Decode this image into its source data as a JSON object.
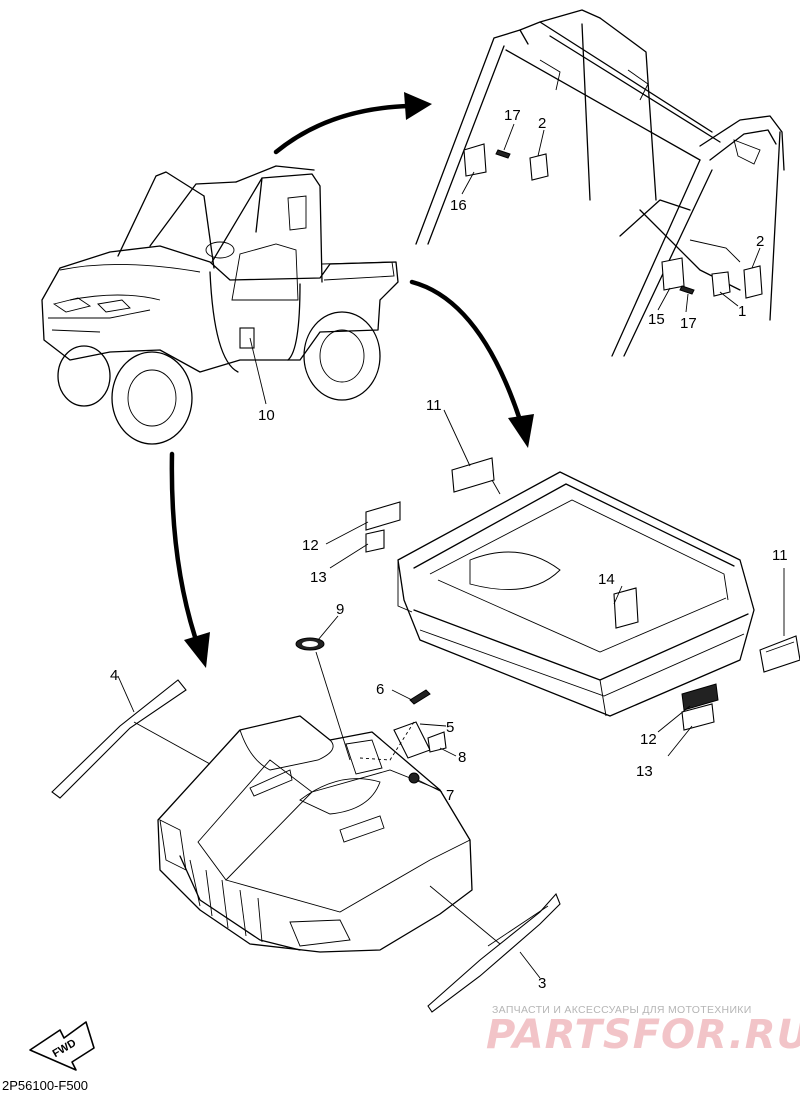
{
  "diagram": {
    "part_code": "2P56100-F500",
    "callouts": {
      "c1": "1",
      "c2a": "2",
      "c2b": "2",
      "c3": "3",
      "c4": "4",
      "c5": "5",
      "c6": "6",
      "c7": "7",
      "c8": "8",
      "c9": "9",
      "c10": "10",
      "c11a": "11",
      "c11b": "11",
      "c12a": "12",
      "c12b": "12",
      "c13a": "13",
      "c13b": "13",
      "c14": "14",
      "c15": "15",
      "c16": "16",
      "c17a": "17",
      "c17b": "17"
    },
    "fwd_label": "FWD",
    "watermark": {
      "tagline": "ЗАПЧАСТИ И АКСЕССУАРЫ ДЛЯ МОТОТЕХНИКИ",
      "brand": "PARTSFOR.RU"
    },
    "icons": {
      "fwd_arrow": "fwd-arrow-icon"
    }
  }
}
